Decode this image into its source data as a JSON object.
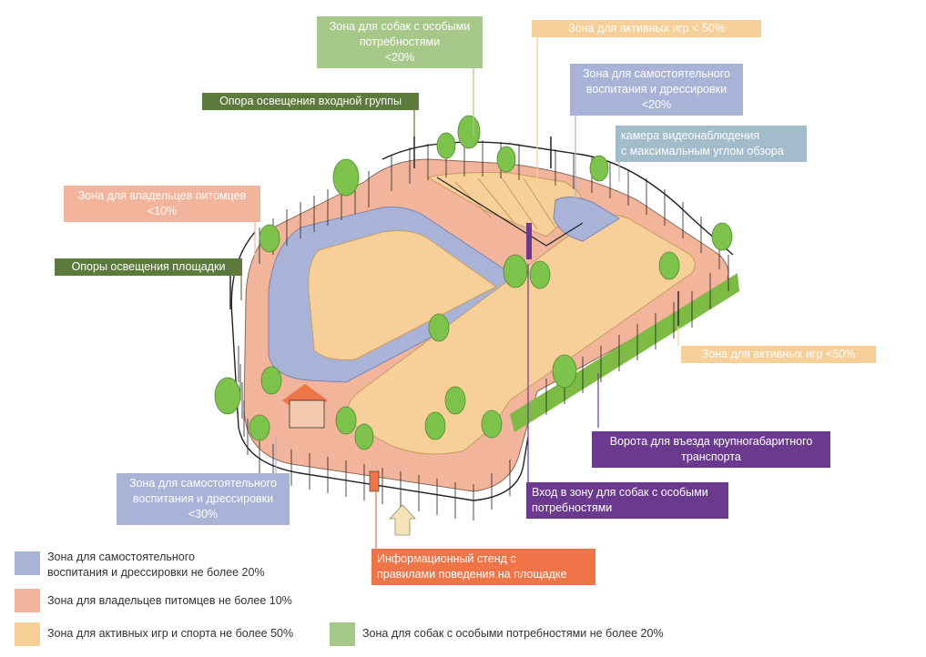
{
  "colors": {
    "training": "#a9b3d8",
    "owners": "#f2b49b",
    "active": "#f7cf98",
    "special": "#a6c98a",
    "lighting": "#5c7a3c",
    "gate": "#6b3a8f",
    "camera": "#a2bccc",
    "stand": "#ef7448"
  },
  "callouts": {
    "special_zone": [
      "Зона для собак с особыми",
      "потребностями",
      "<20%"
    ],
    "active_top": [
      "Зона для активных игр  < 50%"
    ],
    "training_top": [
      "Зона для самостоятельного",
      "воспитания  и  дрессировки",
      "<20%"
    ],
    "entrance_light": [
      "Опора освещения входной группы"
    ],
    "camera": [
      "камера видеонаблюдения",
      "с максимальным углом обзора"
    ],
    "owners_zone": [
      "Зона для владельцев питомцев",
      "<10%"
    ],
    "site_lights": [
      "Опоры освещения площадки"
    ],
    "active_right": [
      "Зона для активных игр  <50%"
    ],
    "gate": [
      "Ворота для въезда крупногабаритного",
      "транспорта"
    ],
    "special_entry": [
      "Вход в зону для собак с особыми",
      "потребностями"
    ],
    "training_bottom": [
      "Зона для самостоятельного",
      "воспитания и дрессировки",
      "<30%"
    ],
    "info_stand": [
      "Информационный стенд с",
      "правилами поведения на площадке"
    ]
  },
  "legend": [
    {
      "key": "training",
      "text": [
        "Зона для самостоятельного",
        "воспитания и дрессировки не более 20%"
      ]
    },
    {
      "key": "owners",
      "text": [
        "Зона для владельцев питомцев не более 10%"
      ]
    },
    {
      "key": "active",
      "text": [
        "Зона для активных игр и спорта не более 50%"
      ]
    },
    {
      "key": "special",
      "text": [
        "Зона для собак с особыми потребностями не более 20%"
      ]
    }
  ]
}
